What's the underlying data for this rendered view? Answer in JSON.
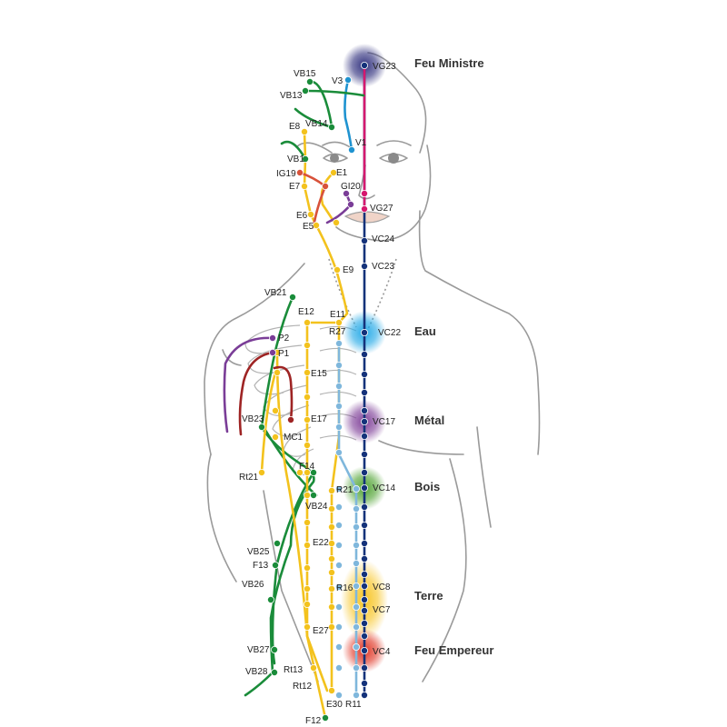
{
  "elements": [
    {
      "name": "Feu Ministre",
      "color": "#2a2a7a"
    },
    {
      "name": "Eau",
      "color": "#1ca6e6"
    },
    {
      "name": "Métal",
      "color": "#7b3a95"
    },
    {
      "name": "Bois",
      "color": "#4aa02c"
    },
    {
      "name": "Terre",
      "color": "#f7c21a"
    },
    {
      "name": "Feu Empereur",
      "color": "#e0301e"
    }
  ],
  "channel_colors": {
    "conception": "#14327a",
    "gouverneur": "#d6186e",
    "vessie": "#1f93d0",
    "vesicule": "#1a8c3a",
    "estomac": "#f3c21d",
    "rein": "#7fb7dc",
    "gros_intestin": "#7a3d97",
    "intestin_grele": "#d8523a",
    "poumon": "#7a3d97",
    "maitre_coeur": "#9e2424",
    "pericarde": "#7a3d97"
  },
  "points": [
    "VG23",
    "V3",
    "VB15",
    "VB13",
    "VB14",
    "E8",
    "V1",
    "VB1",
    "IG19",
    "E1",
    "E7",
    "GI20",
    "E6",
    "E5",
    "VG27",
    "VC24",
    "VC23",
    "E9",
    "VB21",
    "E12",
    "E11",
    "R27",
    "VC22",
    "P2",
    "P1",
    "E15",
    "E17",
    "VC17",
    "VB23",
    "MC1",
    "F14",
    "Rt21",
    "R21",
    "VC14",
    "VB24",
    "E22",
    "VB25",
    "F13",
    "VB26",
    "R16",
    "VC8",
    "VC7",
    "E27",
    "VC4",
    "VB27",
    "Rt13",
    "VB28",
    "Rt12",
    "E30",
    "R11",
    "F12"
  ]
}
